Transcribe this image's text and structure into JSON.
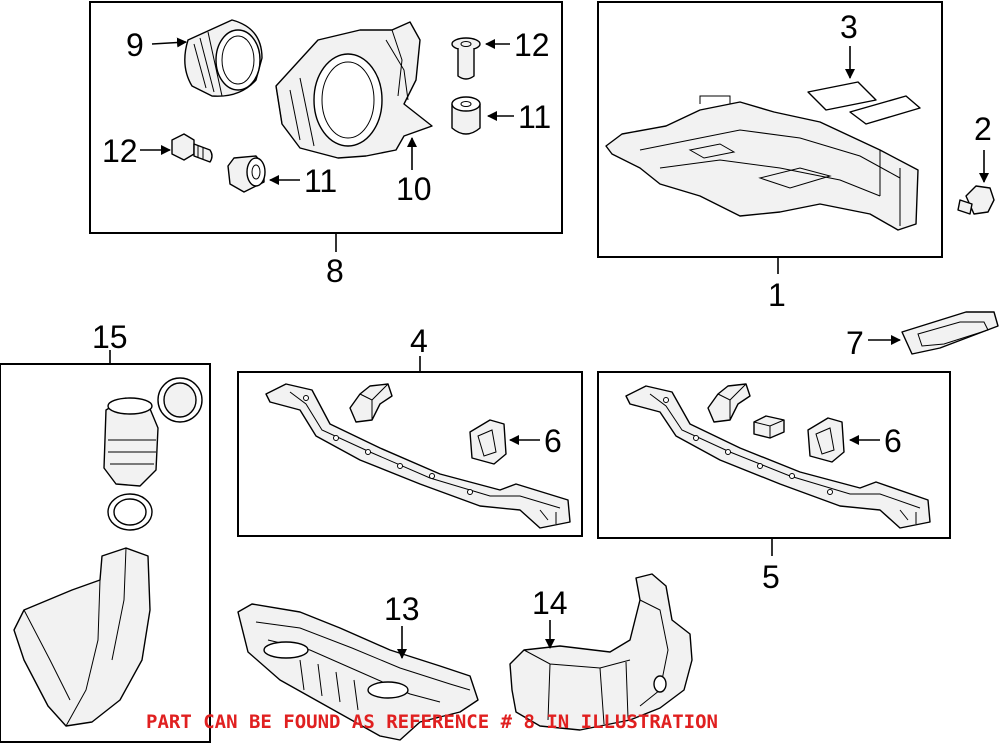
{
  "callouts": {
    "c1": "1",
    "c2": "2",
    "c3": "3",
    "c4": "4",
    "c5": "5",
    "c6a": "6",
    "c6b": "6",
    "c7": "7",
    "c8": "8",
    "c9": "9",
    "c10": "10",
    "c11a": "11",
    "c11b": "11",
    "c12a": "12",
    "c12b": "12",
    "c13": "13",
    "c14": "14",
    "c15": "15"
  },
  "note": {
    "text": "PART CAN BE FOUND AS REFERENCE # 8 IN ILLUSTRATION"
  },
  "colors": {
    "note": "#e02020",
    "line": "#000000",
    "fill": "#f2f2f2"
  }
}
